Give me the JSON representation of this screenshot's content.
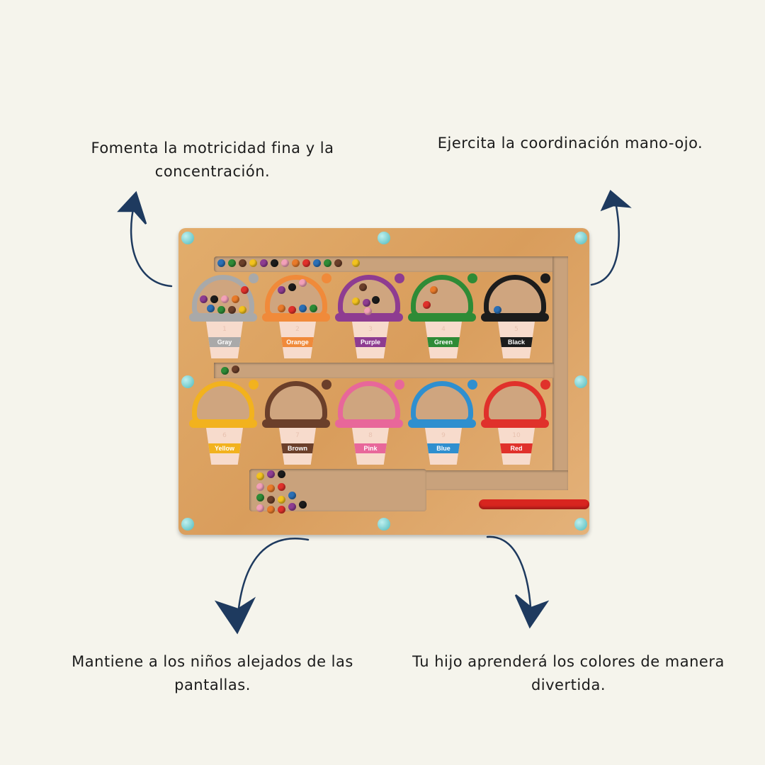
{
  "captions": {
    "top_left": "Fomenta la motricidad fina y la concentración.",
    "top_right": "Ejercita la coordinación mano-ojo.",
    "bottom_left": "Mantiene a los niños alejados de las pantallas.",
    "bottom_right": "Tu hijo aprenderá los colores de manera divertida."
  },
  "board": {
    "cones": [
      {
        "number": "1",
        "label": "Gray",
        "color": "#a9a9a9"
      },
      {
        "number": "2",
        "label": "Orange",
        "color": "#f08a3a"
      },
      {
        "number": "3",
        "label": "Purple",
        "color": "#8e3c91"
      },
      {
        "number": "4",
        "label": "Green",
        "color": "#2e8b36"
      },
      {
        "number": "5",
        "label": "Black",
        "color": "#1c1c1c"
      },
      {
        "number": "6",
        "label": "Yellow",
        "color": "#f2b21e"
      },
      {
        "number": "7",
        "label": "Brown",
        "color": "#6b3f2a"
      },
      {
        "number": "8",
        "label": "Pink",
        "color": "#e8679a"
      },
      {
        "number": "9",
        "label": "Blue",
        "color": "#2f8fcf"
      },
      {
        "number": "10",
        "label": "Red",
        "color": "#e0312b"
      }
    ]
  },
  "colors": {
    "arrow": "#1e3a5f",
    "background": "#f5f4ec"
  }
}
